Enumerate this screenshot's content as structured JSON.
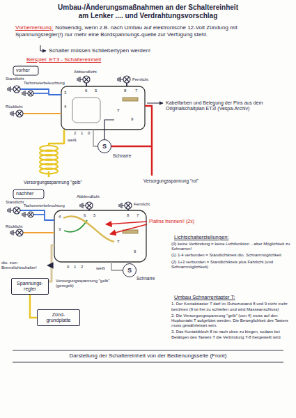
{
  "diagram": {
    "title": "Umbau-/Änderungsmaßnahmen an der Schaltereinheit am Lenker .... und Verdrahtungsvorschlag",
    "caption": "Darstellung der Schaltereinheit von der Bedienungsseite (Front)",
    "nodes": [
      {
        "text": [
          "S"
        ]
      },
      {
        "text": [
          "S"
        ]
      },
      {
        "text": [
          "Spannungs-regler"
        ]
      },
      {
        "text": [
          "Zünd-grundplatte"
        ]
      }
    ],
    "edges": [
      {
        "from": 3,
        "to": 2,
        "arrow": "none"
      }
    ],
    "labels": [
      "Vorbemerkung:",
      "Notwendig, wenn z.B. nach Umbau auf elektronische 12-Volt Zündung mit Spannungsregler(!) nur mehr eine Bordspannungs-quelle zur Verfügung steht.",
      "Schalter müssen Schließertypen werden!",
      "Beispiel: ET3 - Schaltereinheit",
      "vorher",
      "Standlicht",
      "Tachometerbeleuchtung",
      "Abblendlicht",
      "Fernlicht",
      "Rücklicht",
      "3",
      "6",
      "5",
      "8",
      "7",
      "4",
      "9",
      "T",
      "2",
      "1",
      "0",
      "weiß",
      "Schnarre",
      "Versorgungsspannung \"gelb\"",
      "Versorgungsspannung \"rot\"",
      "Kabelfarben und Belegung der Pins aus dem Originalschaltplan ET3! (Vespa-Archiv)",
      "nachher",
      "Standlicht",
      "Tachometerbeleuchtung",
      "Abblendlicht",
      "Fernlicht",
      "Rücklicht",
      "4",
      "3",
      "6",
      "5",
      "8",
      "7",
      "9",
      "T",
      "0",
      "1",
      "2",
      "Platine trennen!! (2x)",
      "Lichtschalterstellungen:",
      "(0) keine Verbindung = keine Lichtfunktion ...aber Möglichkeit zu Schnarren!",
      "(1) 1-4 verbunden = Standlichtkreis dto. Schnarrmöglichkeit",
      "(2) 1+3 verbunden = Standlichtkreis plus Fahrlicht (und Schnarrmöglichkeit)",
      "weiß",
      "Schnarre",
      "dto. zum Bremslichtschalter!",
      "Versorgungsspannung \"gelb\" (geregelt)",
      "Umbau Schnarrentaster T:",
      "1. Der Kontakttaster T darf im Ruhezustand 8 und 9 nicht mehr berühren (9 ist frei zu schleifen und wird Masseanschluss)",
      "2. Die Versorgungsspannung \"gelb\" (von 4) muss auf den Hupkontakt T aufgelötet werden. Die Beweglichkeit des Tasters muss gewährleistet sein.",
      "3. Das Kontaktblech 8 ist nach oben zu biegen, sodass bei Betätigen des Tasters T die Verbindung T-8 hergestellt wird."
    ]
  }
}
